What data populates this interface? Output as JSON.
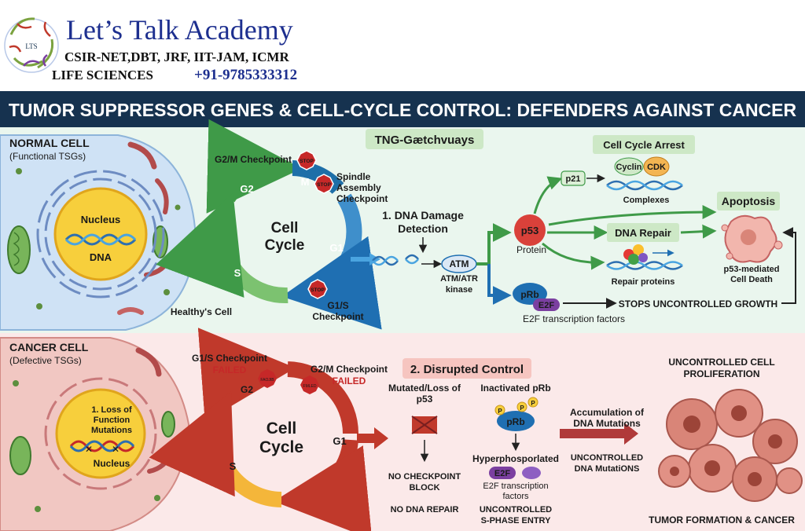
{
  "header": {
    "academy_name": "Let’s Talk Academy",
    "exams": "CSIR-NET,DBT, JRF, IIT-JAM, ICMR",
    "subject": "LIFE SCIENCES",
    "phone": "+91-9785333312",
    "logo_text": "LTS"
  },
  "banner": {
    "title": "TUMOR SUPPRESSOR GENES & CELL-CYCLE CONTROL: DEFENDERS AGAINST CANCER"
  },
  "normal": {
    "title": "NORMAL CELL",
    "subtitle": "(Functional TSGs)",
    "pathways_tag": "TNG-Gætchvuays",
    "nucleus_label": "Nucleus",
    "dna_label": "DNA",
    "healthy_label": "Healthy's Cell",
    "cycle": {
      "center_line1": "Cell",
      "center_line2": "Cycle",
      "g2": "G2",
      "m": "M",
      "g1": "G1",
      "s": "S",
      "g2m_checkpoint": "G2/M Checkpoint",
      "spindle_line1": "Spindle",
      "spindle_line2": "Assembly",
      "spindle_line3": "Checkpoint",
      "g1s_line1": "G1/S",
      "g1s_line2": "Checkpoint",
      "stop": "STOP"
    },
    "damage_line1": "1. DNA Damage",
    "damage_line2": "Detection",
    "atm": "ATM",
    "atm_kinase_line1": "ATM/ATR",
    "atm_kinase_line2": "kinase",
    "p53": "p53",
    "p53_protein": "Protein",
    "p21": "p21",
    "cell_cycle_arrest": "Cell Cycle Arrest",
    "cyclin": "Cyclin",
    "cdk": "CDK",
    "complexes": "Complexes",
    "dna_repair": "DNA Repair",
    "repair_proteins": "Repair proteins",
    "apoptosis": "Apoptosis",
    "p53_death_line1": "p53-mediated",
    "p53_death_line2": "Cell Death",
    "prb": "pRb",
    "e2f": "E2F",
    "e2f_tf": "E2F transcription factors",
    "stops_growth": "STOPS UNCONTROLLED GROWTH"
  },
  "cancer": {
    "title": "CANCER CELL",
    "subtitle": "(Defective TSGs)",
    "loss_line1": "1. Loss of",
    "loss_line2": "Function",
    "loss_line3": "Mutations",
    "nucleus_label": "Nucleus",
    "cycle": {
      "center_line1": "Cell",
      "center_line2": "Cycle",
      "g2": "G2",
      "g1": "G1",
      "s": "S",
      "g1s_checkpoint": "G1/S Checkpoint",
      "g2m_checkpoint": "G2/M Checkpoint",
      "failed": "FAILED",
      "stamp1": "FAOJIB",
      "stamp2": "FMLED"
    },
    "disrupted": "2. Disrupted Control",
    "mutated_line1": "Mutated/Loss of",
    "mutated_line2": "p53",
    "no_checkpoint_line1": "NO CHECKPOINT",
    "no_checkpoint_line2": "BLOCK",
    "no_repair": "NO DNA REPAIR",
    "inactivated": "Inactivated pRb",
    "p": "P",
    "prb": "pRb",
    "hyper": "Hyperphosporlated",
    "e2f": "E2F",
    "e2f_line1": "E2F transcription",
    "e2f_line2": "factors",
    "sphase_line1": "UNCONTROLLED",
    "sphase_line2": "S-PHASE ENTRY",
    "accum_line1": "Accumulation of",
    "accum_line2": "DNA Mutations",
    "uncontrolled_line1": "UNCONTROLLED",
    "uncontrolled_line2": "DNA MutatiONS",
    "prolif_line1": "UNCONTROLLED CELL",
    "prolif_line2": "PROLIFERATION",
    "tumor": "TUMOR FORMATION & CANCER"
  },
  "colors": {
    "banner": "#16324f",
    "normal_bg": "#eaf6ee",
    "cancer_bg": "#fbe9e9",
    "nucleus": "#f7cf3c",
    "p53": "#d9413a",
    "prb": "#1f6fb2",
    "e2f": "#7b3fa0",
    "tag_green": "#cde8c6",
    "cancer_cells": "#d98578"
  }
}
